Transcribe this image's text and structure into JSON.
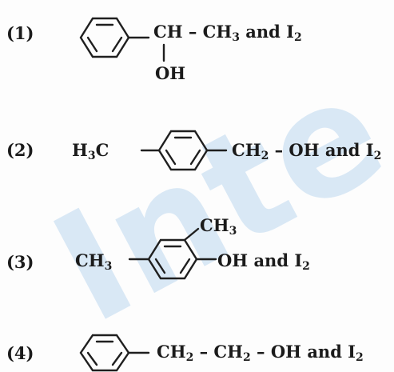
{
  "watermark": {
    "text": "Inte"
  },
  "options": [
    {
      "number": "(1)",
      "upper": {
        "pre": "CH – CH",
        "sub": "3",
        "post": " and I",
        "sub2": "2"
      },
      "lower": "OH"
    },
    {
      "number": "(2)",
      "left": {
        "pre": "H",
        "sub": "3",
        "post": "C"
      },
      "right": {
        "pre": "CH",
        "sub": "2",
        "post": " – OH and I",
        "sub2": "2"
      }
    },
    {
      "number": "(3)",
      "top": {
        "pre": "CH",
        "sub": "3"
      },
      "left": {
        "pre": "CH",
        "sub": "3"
      },
      "right": {
        "pre": "OH and I",
        "sub": "2"
      }
    },
    {
      "number": "(4)",
      "right": {
        "pre": "CH",
        "sub": "2",
        "mid": " – CH",
        "sub2": "2",
        "post": " – OH and I",
        "sub3": "2"
      }
    }
  ]
}
